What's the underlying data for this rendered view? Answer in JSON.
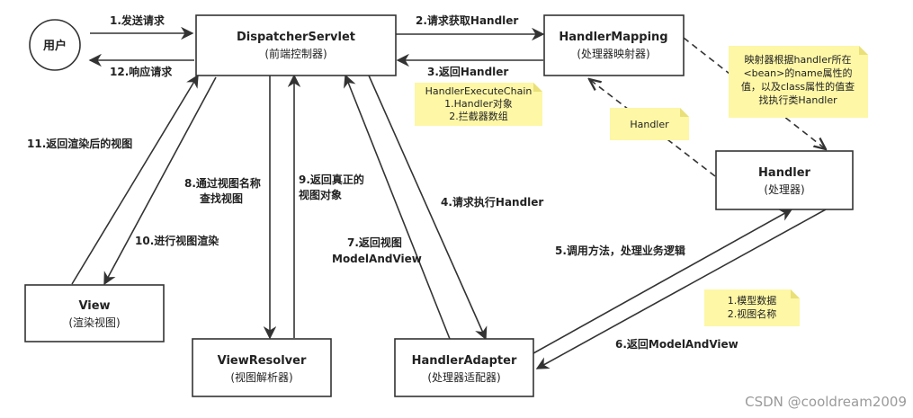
{
  "nodes": {
    "user": {
      "label": "用户"
    },
    "dispatcher": {
      "title": "DispatcherServlet",
      "subtitle": "(前端控制器)"
    },
    "handler_mapping": {
      "title": "HandlerMapping",
      "subtitle": "(处理器映射器)"
    },
    "handler": {
      "title": "Handler",
      "subtitle": "(处理器)"
    },
    "handler_adapter": {
      "title": "HandlerAdapter",
      "subtitle": "(处理器适配器)"
    },
    "view_resolver": {
      "title": "ViewResolver",
      "subtitle": "(视图解析器)"
    },
    "view": {
      "title": "View",
      "subtitle": "(渲染视图)"
    }
  },
  "steps": {
    "s1": "1.发送请求",
    "s2": "2.请求获取Handler",
    "s3": "3.返回Handler",
    "s4": "4.请求执行Handler",
    "s5": "5.调用方法，处理业务逻辑",
    "s6": "6.返回ModelAndView",
    "s7": [
      "7.返回视图",
      "ModelAndView"
    ],
    "s8": [
      "8.通过视图名称",
      "查找视图"
    ],
    "s9": [
      "9.返回真正的",
      "视图对象"
    ],
    "s10": "10.进行视图渲染",
    "s11": "11.返回渲染后的视图",
    "s12": "12.响应请求"
  },
  "notes": {
    "execute_chain": [
      "HandlerExecuteChain",
      "1.Handler对象",
      "2.拦截器数组"
    ],
    "handler_note": "Handler",
    "mapper_note": [
      "映射器根据handler所在",
      "<bean>的name属性的",
      "值，以及class属性的值查",
      "找执行类Handler"
    ],
    "model_note": [
      "1.模型数据",
      "2.视图名称"
    ]
  },
  "watermark": "CSDN @cooldream2009",
  "colors": {
    "note_fill": "#fdf7a6",
    "line": "#333333",
    "box_border": "#333333"
  }
}
